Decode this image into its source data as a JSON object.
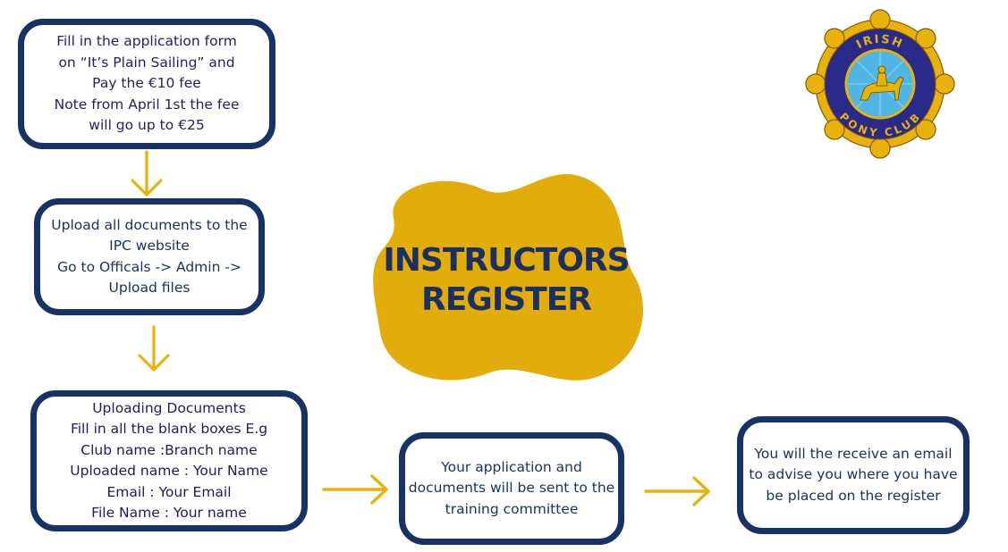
{
  "title": {
    "line1": "INSTRUCTORS",
    "line2": "REGISTER"
  },
  "steps": [
    {
      "lines": [
        "Fill in the application form",
        "on “It’s Plain Sailing” and",
        "Pay the €10 fee",
        "Note from April 1st the fee",
        "will go up to €25"
      ]
    },
    {
      "lines": [
        "Upload all documents to the",
        "IPC website",
        "Go to Officals -> Admin ->",
        "Upload files"
      ]
    },
    {
      "lines": [
        "Uploading Documents",
        "Fill in all the blank boxes E.g",
        "Club name :Branch name",
        "Uploaded name : Your Name",
        "Email : Your Email",
        "File Name : Your name"
      ]
    },
    {
      "lines": [
        "Your application and",
        "documents will be sent to the",
        "training committee"
      ]
    },
    {
      "lines": [
        "You will the receive an email",
        "to advise you where you have",
        "be placed on the register"
      ]
    }
  ],
  "logo": {
    "top_text": "IRISH",
    "bottom_text": "PONY CLUB"
  },
  "colors": {
    "navy": "#173366",
    "gold": "#e8b20d",
    "blob": "#e2ac0b",
    "logo_blue": "#2a2a8a",
    "logo_sky": "#4fb6e6"
  }
}
